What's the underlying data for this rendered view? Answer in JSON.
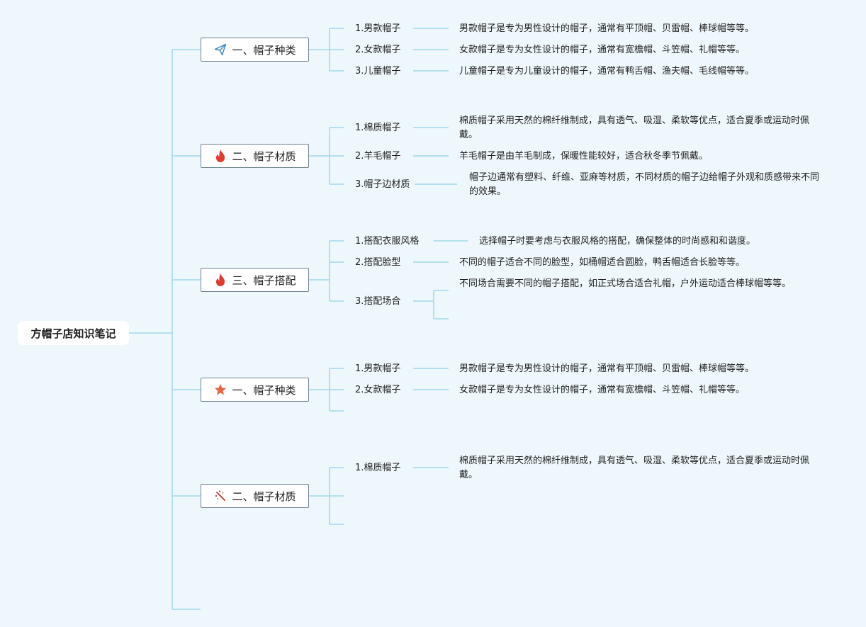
{
  "title": "方帽子店知识笔记",
  "colors": {
    "line": "#9fd9ea",
    "node_border": "#6f8590",
    "background": "#eef7fb"
  },
  "categories": [
    {
      "label": "一、帽子种类",
      "icon": "paper-plane-icon",
      "items": [
        {
          "label": "1.男款帽子",
          "desc": "男款帽子是专为男性设计的帽子，通常有平顶帽、贝雷帽、棒球帽等等。"
        },
        {
          "label": "2.女款帽子",
          "desc": "女款帽子是专为女性设计的帽子，通常有宽檐帽、斗笠帽、礼帽等等。"
        },
        {
          "label": "3.儿童帽子",
          "desc": "儿童帽子是专为儿童设计的帽子，通常有鸭舌帽、渔夫帽、毛线帽等等。"
        }
      ]
    },
    {
      "label": "二、帽子材质",
      "icon": "fire-icon",
      "items": [
        {
          "label": "1.棉质帽子",
          "desc": "棉质帽子采用天然的棉纤维制成，具有透气、吸湿、柔软等优点，适合夏季或运动时佩戴。"
        },
        {
          "label": "2.羊毛帽子",
          "desc": "羊毛帽子是由羊毛制成，保暖性能较好，适合秋冬季节佩戴。"
        },
        {
          "label": "3.帽子边材质",
          "desc": "帽子边通常有塑料、纤维、亚麻等材质，不同材质的帽子边给帽子外观和质感带来不同的效果。"
        }
      ]
    },
    {
      "label": "三、帽子搭配",
      "icon": "fire-icon",
      "items": [
        {
          "label": "1.搭配衣服风格",
          "desc": "选择帽子时要考虑与衣服风格的搭配，确保整体的时尚感和和谐度。"
        },
        {
          "label": "2.搭配脸型",
          "desc": "不同的帽子适合不同的脸型，如桶帽适合圆脸，鸭舌帽适合长脸等等。"
        },
        {
          "label": "3.搭配场合",
          "desc": "不同场合需要不同的帽子搭配，如正式场合适合礼帽，户外运动适合棒球帽等等。"
        }
      ]
    },
    {
      "label": "一、帽子种类",
      "icon": "star-icon",
      "items": [
        {
          "label": "1.男款帽子",
          "desc": "男款帽子是专为男性设计的帽子，通常有平顶帽、贝雷帽、棒球帽等等。"
        },
        {
          "label": "2.女款帽子",
          "desc": "女款帽子是专为女性设计的帽子，通常有宽檐帽、斗笠帽、礼帽等等。"
        }
      ]
    },
    {
      "label": "二、帽子材质",
      "icon": "magic-wand-icon",
      "items": [
        {
          "label": "1.棉质帽子",
          "desc": "棉质帽子采用天然的棉纤维制成，具有透气、吸湿、柔软等优点，适合夏季或运动时佩戴。"
        }
      ]
    }
  ]
}
